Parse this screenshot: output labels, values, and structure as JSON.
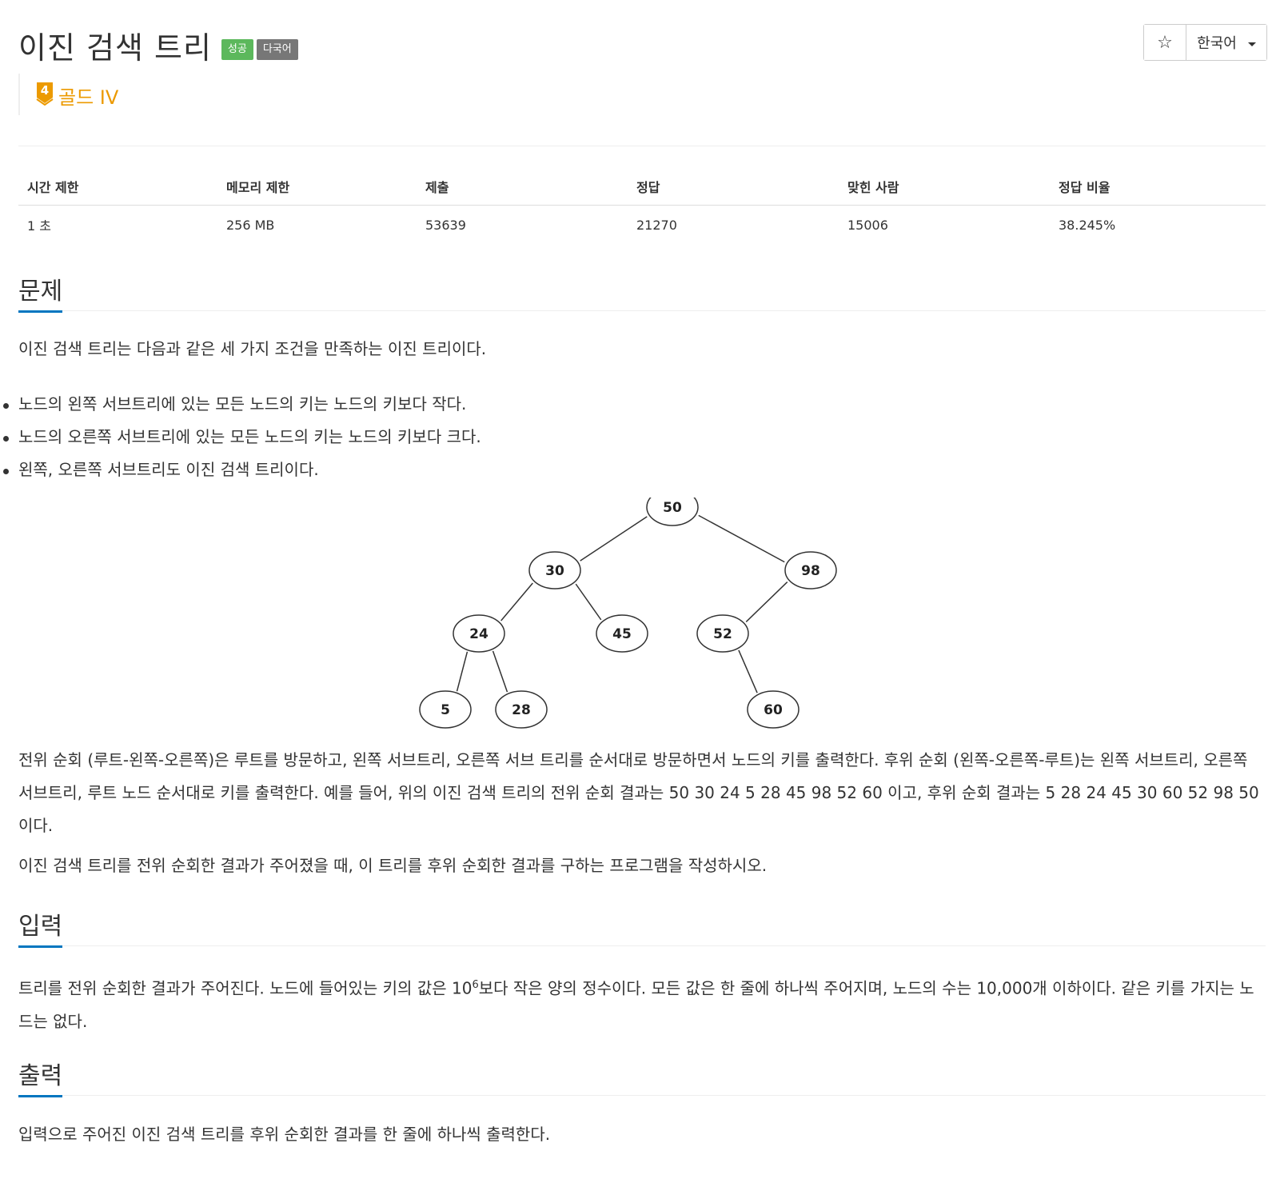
{
  "header": {
    "title": "이진 검색 트리",
    "labels": [
      "성공",
      "다국어"
    ],
    "tier_number": "4",
    "tier_text": "골드 IV",
    "star_glyph": "☆",
    "language": "한국어"
  },
  "info_table": {
    "headers": [
      "시간 제한",
      "메모리 제한",
      "제출",
      "정답",
      "맞힌 사람",
      "정답 비율"
    ],
    "values": [
      "1 초",
      "256 MB",
      "53639",
      "21270",
      "15006",
      "38.245%"
    ]
  },
  "sections": {
    "problem_title": "문제",
    "problem_intro": "이진 검색 트리는 다음과 같은 세 가지 조건을 만족하는 이진 트리이다.",
    "conditions": [
      "노드의 왼쪽 서브트리에 있는 모든 노드의 키는 노드의 키보다 작다.",
      "노드의 오른쪽 서브트리에 있는 모든 노드의 키는 노드의 키보다 크다.",
      "왼쪽, 오른쪽 서브트리도 이진 검색 트리이다."
    ],
    "problem_desc_1": "전위 순회 (루트-왼쪽-오른쪽)은 루트를 방문하고, 왼쪽 서브트리, 오른쪽 서브 트리를 순서대로 방문하면서 노드의 키를 출력한다. 후위 순회 (왼쪽-오른쪽-루트)는 왼쪽 서브트리, 오른쪽 서브트리, 루트 노드 순서대로 키를 출력한다. 예를 들어, 위의 이진 검색 트리의 전위 순회 결과는 50 30 24 5 28 45 98 52 60 이고, 후위 순회 결과는 5 28 24 45 30 60 52 98 50 이다.",
    "problem_desc_2": "이진 검색 트리를 전위 순회한 결과가 주어졌을 때, 이 트리를 후위 순회한 결과를 구하는 프로그램을 작성하시오.",
    "input_title": "입력",
    "input_desc_pre": "트리를 전위 순회한 결과가 주어진다. 노드에 들어있는 키의 값은 10",
    "input_desc_sup": "6",
    "input_desc_post": "보다 작은 양의 정수이다. 모든 값은 한 줄에 하나씩 주어지며, 노드의 수는 10,000개 이하이다. 같은 키를 가지는 노드는 없다.",
    "output_title": "출력",
    "output_desc": "입력으로 주어진 이진 검색 트리를 후위 순회한 결과를 한 줄에 하나씩 출력한다."
  },
  "tree": {
    "nodes": [
      {
        "key": "50",
        "parent": null
      },
      {
        "key": "30",
        "parent": "50"
      },
      {
        "key": "98",
        "parent": "50"
      },
      {
        "key": "24",
        "parent": "30"
      },
      {
        "key": "45",
        "parent": "30"
      },
      {
        "key": "52",
        "parent": "98"
      },
      {
        "key": "5",
        "parent": "24"
      },
      {
        "key": "28",
        "parent": "24"
      },
      {
        "key": "60",
        "parent": "52"
      }
    ]
  },
  "colors": {
    "success": "#5cb85c",
    "lang_label": "#777777",
    "tier": "#ec9a00",
    "section_underline": "#0076c0"
  }
}
